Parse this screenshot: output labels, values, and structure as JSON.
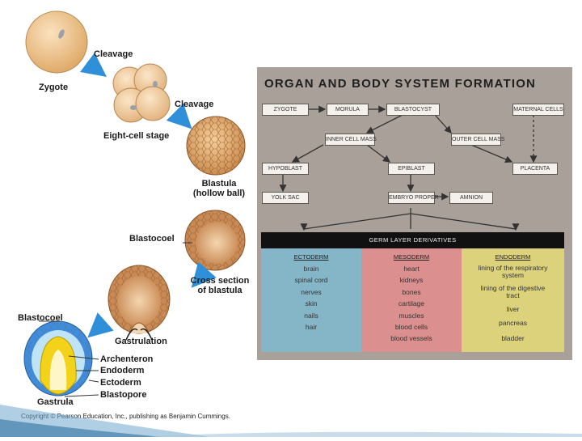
{
  "left_figure": {
    "labels": {
      "zygote": "Zygote",
      "cleavage_1": "Cleavage",
      "cleavage_2": "Cleavage",
      "eight_cell": "Eight-cell stage",
      "blastula": "Blastula",
      "hollow_ball": "(hollow ball)",
      "blastocoel_1": "Blastocoel",
      "cross_section_1": "Cross section",
      "cross_section_2": "of blastula",
      "gastrulation": "Gastrulation",
      "blastocoel_2": "Blastocoel",
      "archenteron": "Archenteron",
      "endoderm": "Endoderm",
      "ectoderm": "Ectoderm",
      "blastopore": "Blastopore",
      "gastrula": "Gastrula"
    },
    "copyright": "Copyright © Pearson Education, Inc., publishing as Benjamin Cummings."
  },
  "chart": {
    "title": "ORGAN AND BODY SYSTEM FORMATION",
    "boxes": {
      "zygote": "ZYGOTE",
      "morula": "MORULA",
      "blastocyst": "BLASTOCYST",
      "maternal_cells": "MATERNAL CELLS",
      "inner_cell_mass": "INNER CELL MASS",
      "outer_cell_mass": "OUTER CELL MASS",
      "hypoblast": "HYPOBLAST",
      "epiblast": "EPIBLAST",
      "placenta": "PLACENTA",
      "yolk_sac": "YOLK SAC",
      "embryo_proper": "EMBRYO PROPER",
      "amnion": "AMNION"
    },
    "germ_title": "GERM LAYER DERIVATIVES",
    "colors": {
      "ectoderm": "#84b6c8",
      "mesoderm": "#dc8f8f",
      "endoderm": "#dcd27c"
    },
    "ectoderm": {
      "header": "ECTODERM",
      "items": [
        "brain",
        "spinal cord",
        "nerves",
        "skin",
        "nails",
        "hair"
      ]
    },
    "mesoderm": {
      "header": "MESODERM",
      "items": [
        "heart",
        "kidneys",
        "bones",
        "cartilage",
        "muscles",
        "blood cells",
        "blood vessels"
      ]
    },
    "endoderm": {
      "header": "ENDODERM",
      "items": [
        "lining of the respiratory system",
        "lining of the digestive tract",
        "liver",
        "pancreas",
        "bladder"
      ]
    }
  }
}
